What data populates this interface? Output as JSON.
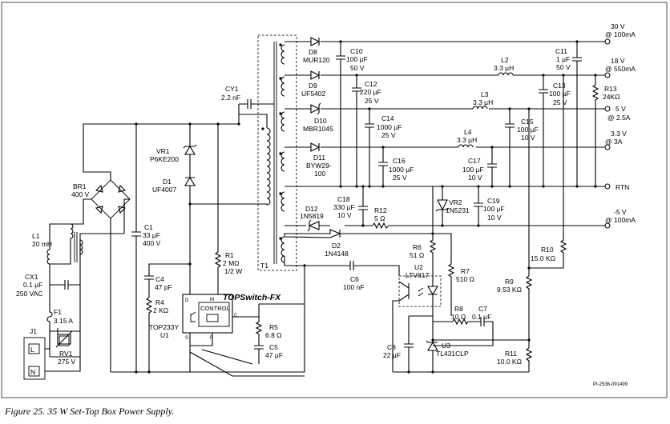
{
  "caption": "Figure 25.  35 W Set-Top Box Power Supply.",
  "drawing_number": "PI-2536-091499",
  "chip_title": "TOPSwitch-FX",
  "control_block": {
    "label": "CONTROL",
    "pin_d": "D",
    "pin_m": "M",
    "pin_c": "C",
    "pin_s": "S",
    "pin_f": "F"
  },
  "transformer": "T1",
  "outputs": {
    "v30": [
      "30 V",
      "@ 100mA"
    ],
    "v18": [
      "18 V",
      "@ 550mA"
    ],
    "v5": [
      "5 V",
      "@ 2.5A"
    ],
    "v33": [
      "3.3 V",
      "@ 3A"
    ],
    "rtn": "RTN",
    "vm5": [
      "-5 V",
      "@ 100mA"
    ]
  },
  "input": {
    "j1": "J1",
    "pin_l": "L",
    "pin_n": "N",
    "cx1": [
      "CX1",
      "0.1 µF",
      "250 VAC"
    ],
    "f1": [
      "F1",
      "3.15 A"
    ],
    "rv1": [
      "RV1",
      "275 V"
    ],
    "l1": [
      "L1",
      "20 mH"
    ],
    "br1": [
      "BR1",
      "400 V"
    ],
    "c1": [
      "C1",
      "33 µF",
      "400 V"
    ]
  },
  "primary": {
    "cy1": [
      "CY1",
      "2.2 nF"
    ],
    "vr1": [
      "VR1",
      "P6KE200"
    ],
    "d1": [
      "D1",
      "UF4007"
    ],
    "r1": [
      "R1",
      "2 MΩ",
      "1/2 W"
    ],
    "c4": [
      "C4",
      "47 pF"
    ],
    "r4": [
      "R4",
      "2 KΩ"
    ],
    "u1": [
      "TOP233Y",
      "U1"
    ],
    "r5": [
      "R5",
      "6.8 Ω"
    ],
    "c5": [
      "C5",
      "47 µF"
    ],
    "d2": [
      "D2",
      "1N4148"
    ],
    "c6": [
      "C6",
      "100 nF"
    ]
  },
  "secondary": {
    "d8": [
      "D8",
      "MUR120"
    ],
    "d9": [
      "D9",
      "UF5402"
    ],
    "d10": [
      "D10",
      "MBR1045"
    ],
    "d11": [
      "D11",
      "BYW29-",
      "100"
    ],
    "d12": [
      "D12",
      "1N5819"
    ],
    "c10": [
      "C10",
      "100 µF",
      "50 V"
    ],
    "c11": [
      "C11",
      "1 µF",
      "50 V"
    ],
    "c12": [
      "C12",
      "220 µF",
      "25 V"
    ],
    "c13": [
      "C13",
      "100 µF",
      "25 V"
    ],
    "c14": [
      "C14",
      "1000 µF",
      "25 V"
    ],
    "c15": [
      "C15",
      "100 µF",
      "10 V"
    ],
    "c16": [
      "C16",
      "1000 µF",
      "25 V"
    ],
    "c17": [
      "C17",
      "100 µF",
      "10 V"
    ],
    "c18": [
      "C18",
      "330 µF",
      "10 V"
    ],
    "c19": [
      "C19",
      "100 µF",
      "10 V"
    ],
    "l2": [
      "L2",
      "3.3 µH"
    ],
    "l3": [
      "L3",
      "3.3 µH"
    ],
    "l4": [
      "L4",
      "3.3 µH"
    ],
    "r13": [
      "R13",
      "24KΩ"
    ],
    "r12": [
      "R12",
      "5 Ω"
    ],
    "vr2": [
      "VR2",
      "1N5231"
    ]
  },
  "feedback": {
    "r6": [
      "R6",
      "51 Ω"
    ],
    "u2": [
      "U2",
      "LTV817"
    ],
    "r7": [
      "R7",
      "510 Ω"
    ],
    "r8": [
      "R8",
      "10 Ω"
    ],
    "c7": [
      "C7",
      "0.1 µF"
    ],
    "c8": [
      "C8",
      "22 µF"
    ],
    "u3": [
      "U3",
      "TL431CLP"
    ],
    "r9": [
      "R9",
      "9.53 KΩ"
    ],
    "r10": [
      "R10",
      "15.0 KΩ"
    ],
    "r11": [
      "R11",
      "10.0 KΩ"
    ]
  }
}
